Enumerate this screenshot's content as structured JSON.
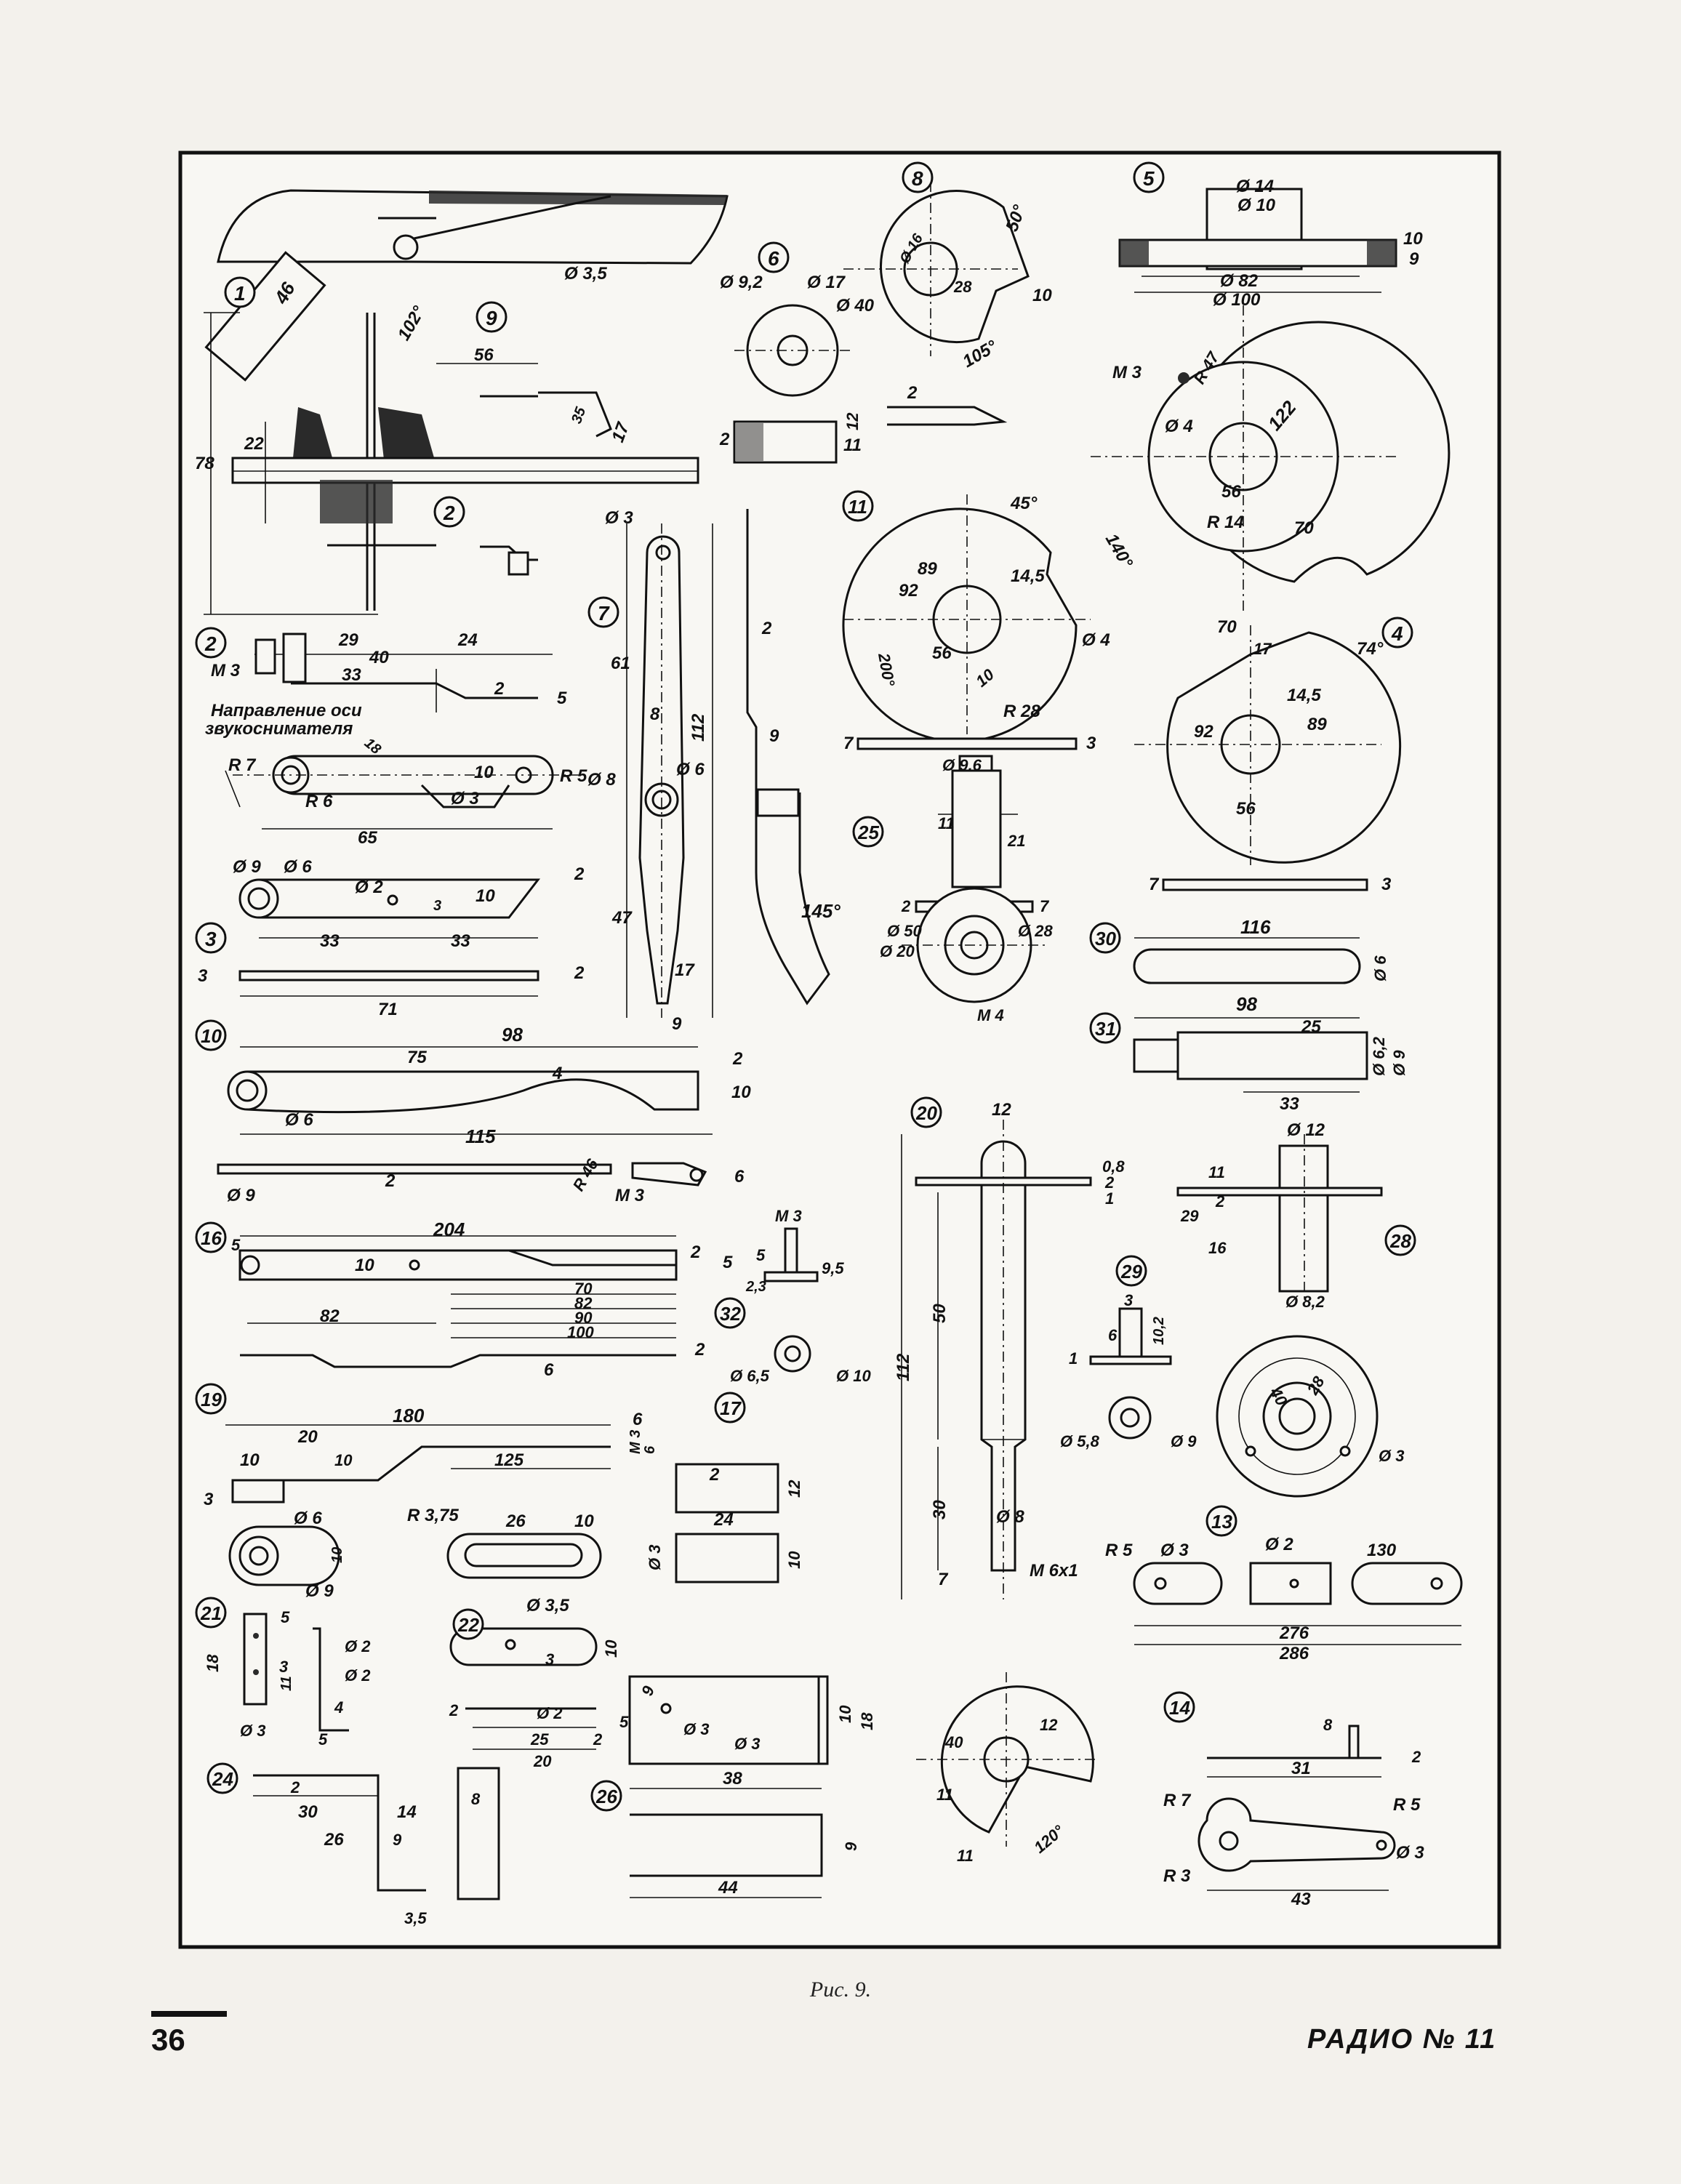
{
  "caption": "Рис. 9.",
  "page_number": "36",
  "journal": "РАДИО № 11",
  "parts": [
    {
      "id": "part-1",
      "label": "1",
      "dims": [
        "46",
        "Ø 3,5",
        "102°",
        "56",
        "78",
        "22",
        "17",
        "35"
      ]
    },
    {
      "id": "part-9",
      "label": "9"
    },
    {
      "id": "part-2",
      "label": "2",
      "dims": [
        "29",
        "24",
        "40",
        "33",
        "2",
        "5",
        "M 3",
        "R 7",
        "R 6",
        "10",
        "Ø 3",
        "R 5",
        "65",
        "18"
      ],
      "note": "Направление оси звукоснимателя"
    },
    {
      "id": "part-3",
      "label": "3",
      "dims": [
        "Ø 9",
        "Ø 6",
        "Ø 2",
        "10",
        "3",
        "33",
        "33",
        "2",
        "3",
        "71",
        "2"
      ]
    },
    {
      "id": "part-6",
      "label": "6",
      "dims": [
        "Ø 9,2",
        "Ø 17",
        "2",
        "11"
      ]
    },
    {
      "id": "part-8",
      "label": "8",
      "dims": [
        "Ø 40",
        "Ø 16",
        "28",
        "50°",
        "10",
        "105°",
        "12",
        "2"
      ]
    },
    {
      "id": "part-5",
      "label": "5",
      "dims": [
        "Ø 14",
        "Ø 10",
        "10",
        "9",
        "Ø 82",
        "Ø 100",
        "M 3",
        "R 47",
        "Ø 4",
        "122",
        "56",
        "R 14",
        "70",
        "140°"
      ]
    },
    {
      "id": "part-7",
      "label": "7",
      "dims": [
        "Ø 3",
        "61",
        "8",
        "112",
        "Ø 8",
        "Ø 6",
        "47",
        "17",
        "2",
        "9",
        "145°"
      ]
    },
    {
      "id": "part-11",
      "label": "11",
      "dims": [
        "45°",
        "89",
        "92",
        "14,5",
        "200°",
        "Ø 4",
        "56",
        "10",
        "R 28",
        "7",
        "3",
        "Ø 9,6"
      ]
    },
    {
      "id": "part-4",
      "label": "4",
      "dims": [
        "70",
        "17",
        "74°",
        "14,5",
        "92",
        "89",
        "56",
        "7",
        "3"
      ]
    },
    {
      "id": "part-25",
      "label": "25",
      "dims": [
        "11",
        "21",
        "2",
        "7",
        "Ø 50",
        "Ø 28",
        "Ø 20",
        "M 4"
      ]
    },
    {
      "id": "part-30",
      "label": "30",
      "dims": [
        "116",
        "Ø 6"
      ]
    },
    {
      "id": "part-31",
      "label": "31",
      "dims": [
        "98",
        "25",
        "Ø 6,2",
        "Ø 9",
        "33"
      ]
    },
    {
      "id": "part-10",
      "label": "10",
      "dims": [
        "98",
        "9",
        "75",
        "4",
        "2",
        "10",
        "Ø 6",
        "115",
        "R 46",
        "2",
        "6",
        "Ø 9",
        "M 3"
      ]
    },
    {
      "id": "part-16",
      "label": "16",
      "dims": [
        "204",
        "5",
        "10",
        "2",
        "5",
        "70",
        "82",
        "90",
        "100",
        "82",
        "6",
        "2"
      ]
    },
    {
      "id": "part-32",
      "label": "32",
      "dims": [
        "M 3",
        "5",
        "9,5",
        "2,3",
        "Ø 6,5",
        "Ø 10"
      ]
    },
    {
      "id": "part-20",
      "label": "20",
      "dims": [
        "12",
        "0,8",
        "2",
        "1",
        "50",
        "112",
        "30",
        "Ø 8",
        "7",
        "M 6x1"
      ]
    },
    {
      "id": "part-28",
      "label": "28",
      "dims": [
        "Ø 12",
        "11",
        "29",
        "2",
        "16",
        "Ø 8,2"
      ]
    },
    {
      "id": "part-29",
      "label": "29",
      "dims": [
        "3",
        "6",
        "10,2",
        "1",
        "Ø 5,8",
        "Ø 9"
      ]
    },
    {
      "id": "part-disc-28",
      "dims": [
        "40",
        "28",
        "Ø 3"
      ]
    },
    {
      "id": "part-19",
      "label": "19",
      "dims": [
        "180",
        "6",
        "20",
        "10",
        "10",
        "125",
        "M 3",
        "6",
        "3",
        "Ø 6",
        "R 3,75",
        "26",
        "10",
        "10",
        "Ø 9"
      ]
    },
    {
      "id": "part-17",
      "label": "17",
      "dims": [
        "2",
        "12",
        "24",
        "Ø 3",
        "10"
      ]
    },
    {
      "id": "part-13",
      "label": "13",
      "dims": [
        "R 5",
        "Ø 3",
        "Ø 2",
        "130",
        "276",
        "286"
      ]
    },
    {
      "id": "part-21",
      "label": "21",
      "dims": [
        "5",
        "18",
        "3",
        "11",
        "Ø 2",
        "Ø 2",
        "4",
        "Ø 3",
        "5"
      ]
    },
    {
      "id": "part-22",
      "label": "22",
      "dims": [
        "Ø 3,5",
        "3",
        "10",
        "2",
        "Ø 2",
        "25",
        "2",
        "5",
        "20"
      ]
    },
    {
      "id": "part-26",
      "label": "26",
      "dims": [
        "9",
        "Ø 3",
        "Ø 3",
        "10",
        "18",
        "38",
        "9",
        "44"
      ]
    },
    {
      "id": "part-disc-12",
      "dims": [
        "40",
        "12",
        "11",
        "11",
        "120°"
      ]
    },
    {
      "id": "part-14",
      "label": "14",
      "dims": [
        "8",
        "2",
        "31",
        "R 7",
        "R 5",
        "R 3",
        "Ø 3",
        "43"
      ]
    },
    {
      "id": "part-24",
      "label": "24",
      "dims": [
        "2",
        "30",
        "14",
        "26",
        "9",
        "8",
        "3,5"
      ]
    }
  ],
  "labels": {
    "l46": "46",
    "l35": "Ø 3,5",
    "l102": "102°",
    "l56": "56",
    "l78": "78",
    "l22": "22",
    "l17": "17",
    "l35b": "35",
    "p2_29": "29",
    "p2_24": "24",
    "p2_40": "40",
    "p2_33": "33",
    "p2_2": "2",
    "p2_5": "5",
    "p2_m3": "M 3",
    "p2_note1": "Направление оси",
    "p2_note2": "звукоснимателя",
    "p2_r7": "R 7",
    "p2_r6": "R 6",
    "p2_10": "10",
    "p2_d3": "Ø 3",
    "p2_r5": "R 5",
    "p2_65": "65",
    "p2_18": "18",
    "p3_d9": "Ø 9",
    "p3_d6": "Ø 6",
    "p3_d2": "Ø 2",
    "p3_10": "10",
    "p3_3": "3",
    "p3_33a": "33",
    "p3_33b": "33",
    "p3_2": "2",
    "p3_3b": "3",
    "p3_71": "71",
    "p3_2b": "2",
    "p6_d92": "Ø 9,2",
    "p6_d17": "Ø 17",
    "p6_2": "2",
    "p6_11": "11",
    "p8_d40": "Ø 40",
    "p8_d16": "Ø 16",
    "p8_28": "28",
    "p8_50": "50°",
    "p8_10": "10",
    "p8_105": "105°",
    "p8_12": "12",
    "p8_2": "2",
    "p5_d14": "Ø 14",
    "p5_d10": "Ø 10",
    "p5_10": "10",
    "p5_9": "9",
    "p5_d82": "Ø 82",
    "p5_d100": "Ø 100",
    "p5_m3": "M 3",
    "p5_r47": "R 47",
    "p5_d4": "Ø 4",
    "p5_122": "122",
    "p5_56": "56",
    "p5_r14": "R 14",
    "p5_70": "70",
    "p5_140": "140°",
    "p7_d3": "Ø 3",
    "p7_61": "61",
    "p7_8": "8",
    "p7_112": "112",
    "p7_d8": "Ø 8",
    "p7_d6": "Ø 6",
    "p7_47": "47",
    "p7_17": "17",
    "p7_2": "2",
    "p7_9": "9",
    "p7_145": "145°",
    "p11_45": "45°",
    "p11_89": "89",
    "p11_92": "92",
    "p11_145": "14,5",
    "p11_200": "200°",
    "p11_d4": "Ø 4",
    "p11_56": "56",
    "p11_10": "10",
    "p11_r28": "R 28",
    "p11_7": "7",
    "p11_3": "3",
    "p11_d96": "Ø 9,6",
    "p4_70": "70",
    "p4_17": "17",
    "p4_74": "74°",
    "p4_145": "14,5",
    "p4_92": "92",
    "p4_89": "89",
    "p4_56": "56",
    "p4_7": "7",
    "p4_3": "3",
    "p25_11": "11",
    "p25_21": "21",
    "p25_2": "2",
    "p25_7": "7",
    "p25_d50": "Ø 50",
    "p25_d28": "Ø 28",
    "p25_d20": "Ø 20",
    "p25_m4": "M 4",
    "p30_116": "116",
    "p30_d6": "Ø 6",
    "p31_98": "98",
    "p31_25": "25",
    "p31_d62": "Ø 6,2",
    "p31_d9": "Ø 9",
    "p31_33": "33",
    "p10_98": "98",
    "p10_9": "9",
    "p10_75": "75",
    "p10_4": "4",
    "p10_2": "2",
    "p10_10": "10",
    "p10_d6": "Ø 6",
    "p10_115": "115",
    "p10_r46": "R 46",
    "p10_2b": "2",
    "p10_6": "6",
    "p10_d9": "Ø 9",
    "p10_m3": "M 3",
    "p16_204": "204",
    "p16_5": "5",
    "p16_10": "10",
    "p16_2": "2",
    "p16_5b": "5",
    "p16_70": "70",
    "p16_82": "82",
    "p16_90": "90",
    "p16_100": "100",
    "p16_82b": "82",
    "p16_6": "6",
    "p16_2b": "2",
    "p32_m3": "M 3",
    "p32_5": "5",
    "p32_95": "9,5",
    "p32_23": "2,3",
    "p32_d65": "Ø 6,5",
    "p32_d10": "Ø 10",
    "p20_12": "12",
    "p20_08": "0,8",
    "p20_2": "2",
    "p20_1": "1",
    "p20_50": "50",
    "p20_112": "112",
    "p20_30": "30",
    "p20_d8": "Ø 8",
    "p20_7": "7",
    "p20_m6": "M 6x1",
    "p28_d12": "Ø 12",
    "p28_11": "11",
    "p28_29": "29",
    "p28_2": "2",
    "p28_16": "16",
    "p28_d82": "Ø 8,2",
    "p29_3": "3",
    "p29_6": "6",
    "p29_102": "10,2",
    "p29_1": "1",
    "p29_d58": "Ø 5,8",
    "p29_d9": "Ø 9",
    "pd28_40": "40",
    "pd28_28": "28",
    "pd28_d3": "Ø 3",
    "p19_180": "180",
    "p19_6": "6",
    "p19_20": "20",
    "p19_10a": "10",
    "p19_10b": "10",
    "p19_125": "125",
    "p19_m3": "M 3",
    "p19_6b": "6",
    "p19_3": "3",
    "p19_d6": "Ø 6",
    "p19_r375": "R 3,75",
    "p19_26": "26",
    "p19_10c": "10",
    "p19_10d": "10",
    "p19_d9": "Ø 9",
    "p17_2": "2",
    "p17_12": "12",
    "p17_24": "24",
    "p17_d3": "Ø 3",
    "p17_10": "10",
    "p13_r5": "R 5",
    "p13_d3": "Ø 3",
    "p13_d2": "Ø 2",
    "p13_130": "130",
    "p13_276": "276",
    "p13_286": "286",
    "p21_5": "5",
    "p21_18": "18",
    "p21_3": "3",
    "p21_11": "11",
    "p21_d2a": "Ø 2",
    "p21_d2b": "Ø 2",
    "p21_4": "4",
    "p21_d3": "Ø 3",
    "p21_5b": "5",
    "p22_d35": "Ø 3,5",
    "p22_3": "3",
    "p22_10": "10",
    "p22_2": "2",
    "p22_d2": "Ø 2",
    "p22_25": "25",
    "p22_2b": "2",
    "p22_5": "5",
    "p22_20": "20",
    "p26_9": "9",
    "p26_d3a": "Ø 3",
    "p26_d3b": "Ø 3",
    "p26_10": "10",
    "p26_18": "18",
    "p26_38": "38",
    "p26_9b": "9",
    "p26_44": "44",
    "pd12_40": "40",
    "pd12_12": "12",
    "pd12_11a": "11",
    "pd12_11b": "11",
    "pd12_120": "120°",
    "p14_8": "8",
    "p14_2": "2",
    "p14_31": "31",
    "p14_r7": "R 7",
    "p14_r5": "R 5",
    "p14_r3": "R 3",
    "p14_d3": "Ø 3",
    "p14_43": "43",
    "p24_2": "2",
    "p24_30": "30",
    "p24_14": "14",
    "p24_26": "26",
    "p24_9": "9",
    "p24_8": "8",
    "p24_35": "3,5"
  }
}
